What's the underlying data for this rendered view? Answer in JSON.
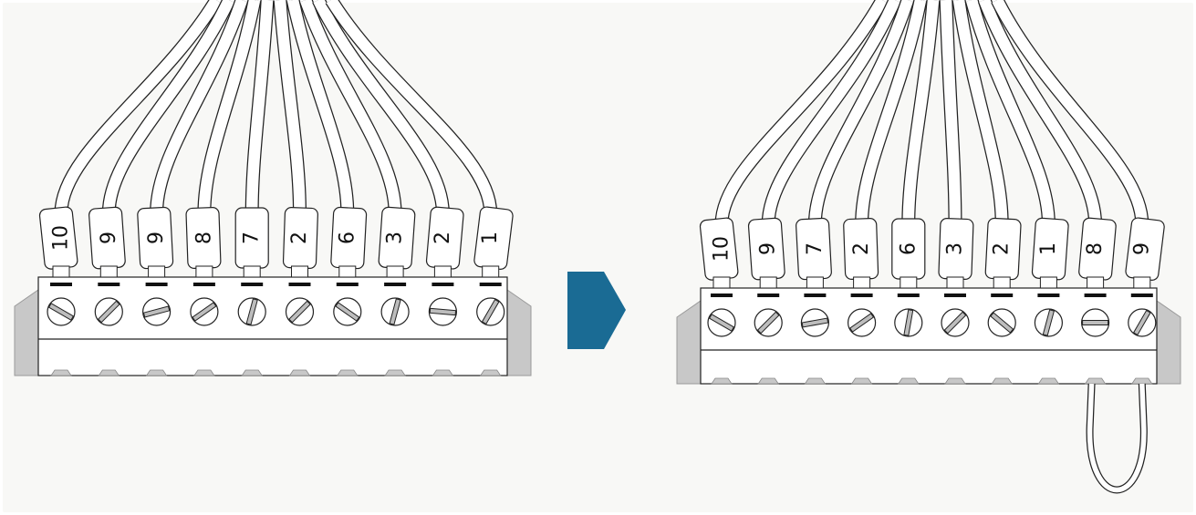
{
  "left_block": {
    "labels": [
      "10",
      "9",
      "9",
      "8",
      "7",
      "2",
      "6",
      "3",
      "2",
      "1"
    ],
    "screw_angles": [
      30,
      -45,
      -15,
      -35,
      -75,
      -45,
      35,
      -75,
      5,
      -60
    ]
  },
  "right_block": {
    "labels": [
      "10",
      "9",
      "7",
      "2",
      "6",
      "3",
      "2",
      "1",
      "8",
      "9"
    ],
    "screw_angles": [
      30,
      -45,
      -10,
      -35,
      -80,
      -45,
      40,
      -75,
      0,
      -60
    ],
    "jumper": {
      "from_terminal": 9,
      "to_terminal": 10
    }
  },
  "arrow": {
    "color": "#1a6b94",
    "direction": "right"
  }
}
